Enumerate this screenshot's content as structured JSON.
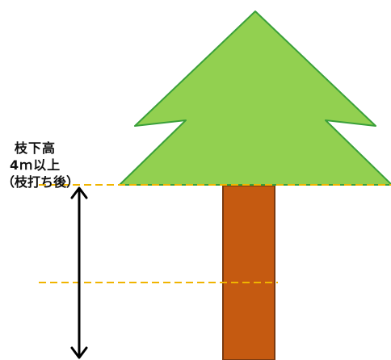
{
  "label": {
    "line1": "枝下高",
    "line2": "4ｍ以上",
    "line3": "（枝打ち後）"
  },
  "colors": {
    "crown_fill": "#92d050",
    "crown_outline": "#3aa03a",
    "trunk_fill": "#c55a11",
    "trunk_outline": "#7a3a10",
    "guide_line": "#f0b400",
    "arrow": "#000000"
  }
}
